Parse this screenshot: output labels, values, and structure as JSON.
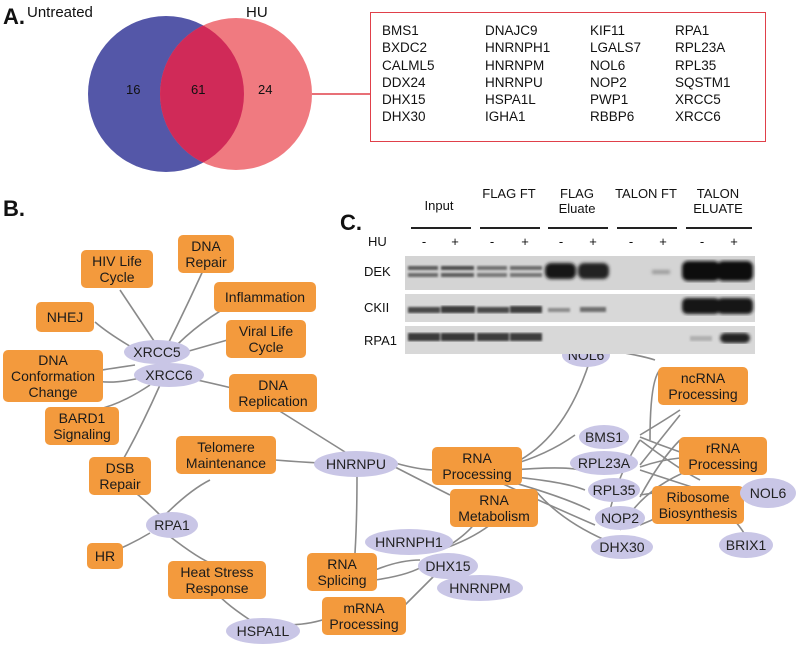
{
  "panels": {
    "a": "A.",
    "b": "B.",
    "c": "C."
  },
  "venn": {
    "left_label": "Untreated",
    "right_label": "HU",
    "left_only": "16",
    "overlap": "61",
    "right_only": "24",
    "colors": {
      "left": "#5457a8",
      "right": "#f07a80",
      "overlap": "#d02a58",
      "connector": "#e0404a"
    }
  },
  "gene_list": [
    [
      "BMS1",
      "BXDC2",
      "CALML5",
      "DDX24",
      "DHX15",
      "DHX30"
    ],
    [
      "DNAJC9",
      "HNRNPH1",
      "HNRNPM",
      "HNRNPU",
      "HSPA1L",
      "IGHA1"
    ],
    [
      "KIF11",
      "LGALS7",
      "NOL6",
      "NOP2",
      "PWP1",
      "RBBP6"
    ],
    [
      "RPA1",
      "RPL23A",
      "RPL35",
      "SQSTM1",
      "XRCC5",
      "XRCC6"
    ]
  ],
  "network": {
    "colors": {
      "process": "#f39a3d",
      "protein": "#c9c6e6",
      "edge": "#8a8a8a"
    },
    "processes": {
      "hiv": "HIV Life Cycle",
      "dna_repair": "DNA Repair",
      "nhej": "NHEJ",
      "inflammation": "Inflammation",
      "viral": "Viral Life Cycle",
      "dna_conf": "DNA Conformation Change",
      "dna_repl": "DNA Replication",
      "bard1": "BARD1 Signaling",
      "telomere": "Telomere Maintenance",
      "dsb": "DSB Repair",
      "hr": "HR",
      "heat": "Heat Stress Response",
      "rna_splicing": "RNA Splicing",
      "mrna": "mRNA Processing",
      "rna_processing": "RNA Processing",
      "rna_metabolism": "RNA Metabolism",
      "ncrna": "ncRNA Processing",
      "rrna": "rRNA Processing",
      "ribosome": "Ribosome Biosynthesis"
    },
    "proteins": {
      "xrcc5": "XRCC5",
      "xrcc6": "XRCC6",
      "rpa1": "RPA1",
      "hspa1l": "HSPA1L",
      "hnrnpu": "HNRNPU",
      "hnrnph1": "HNRNPH1",
      "dhx15": "DHX15",
      "hnrnpm": "HNRNPM",
      "nol6a": "NOL6",
      "bms1": "BMS1",
      "rpl23a": "RPL23A",
      "rpl35": "RPL35",
      "nop2": "NOP2",
      "dhx30": "DHX30",
      "nol6b": "NOL6",
      "brix1": "BRIX1"
    }
  },
  "blot": {
    "columns": [
      "Input",
      "FLAG FT",
      "FLAG Eluate",
      "TALON FT",
      "TALON ELUATE"
    ],
    "hu_label": "HU",
    "hu_states": [
      "-",
      "+",
      "-",
      "+",
      "-",
      "+",
      "-",
      "+",
      "-",
      "+"
    ],
    "rows": [
      "DEK",
      "CKII",
      "RPA1"
    ]
  }
}
